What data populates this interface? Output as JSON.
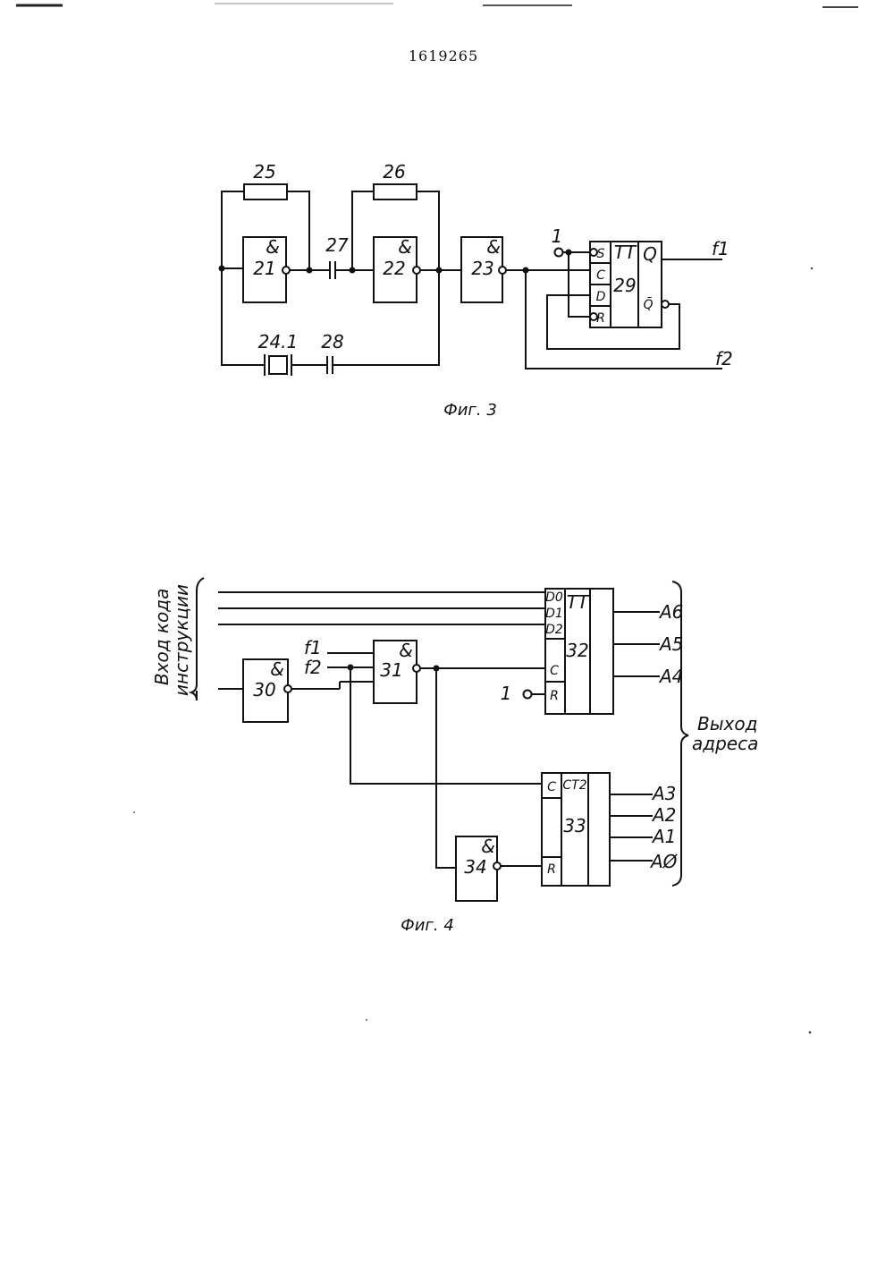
{
  "page": {
    "patent_number": "1619265"
  },
  "fig3": {
    "caption": "Фиг. 3",
    "resistor_25": "25",
    "resistor_26": "26",
    "capacitor_27": "27",
    "crystal_24_1": "24.1",
    "capacitor_28": "28",
    "gate_sym": "&",
    "gate_21": "21",
    "gate_22": "22",
    "gate_23": "23",
    "const_1": "1",
    "tt_title": "TT",
    "tt_num": "29",
    "pin_s": "S",
    "pin_c": "C",
    "pin_d": "D",
    "pin_r": "R",
    "pin_q": "Q",
    "pin_qbar": "Q̄",
    "out_f1": "f1",
    "out_f2": "f2"
  },
  "fig4": {
    "caption": "Фиг. 4",
    "input_label_1": "Вход кода",
    "input_label_2": "инструкции",
    "output_label_1": "Выход",
    "output_label_2": "адреса",
    "gate_sym": "&",
    "gate_30": "30",
    "gate_31": "31",
    "gate_34": "34",
    "in_f1": "f1",
    "in_f2": "f2",
    "const_1": "1",
    "reg_title": "TT",
    "reg_num": "32",
    "reg_pins": [
      "D0",
      "D1",
      "D2",
      "C",
      "R"
    ],
    "ctr_title": "CT2",
    "ctr_num": "33",
    "ctr_pins": [
      "C",
      "R"
    ],
    "outputs_reg": [
      "A6",
      "A5",
      "A4"
    ],
    "outputs_ctr": [
      "A3",
      "A2",
      "A1",
      "AØ"
    ]
  }
}
